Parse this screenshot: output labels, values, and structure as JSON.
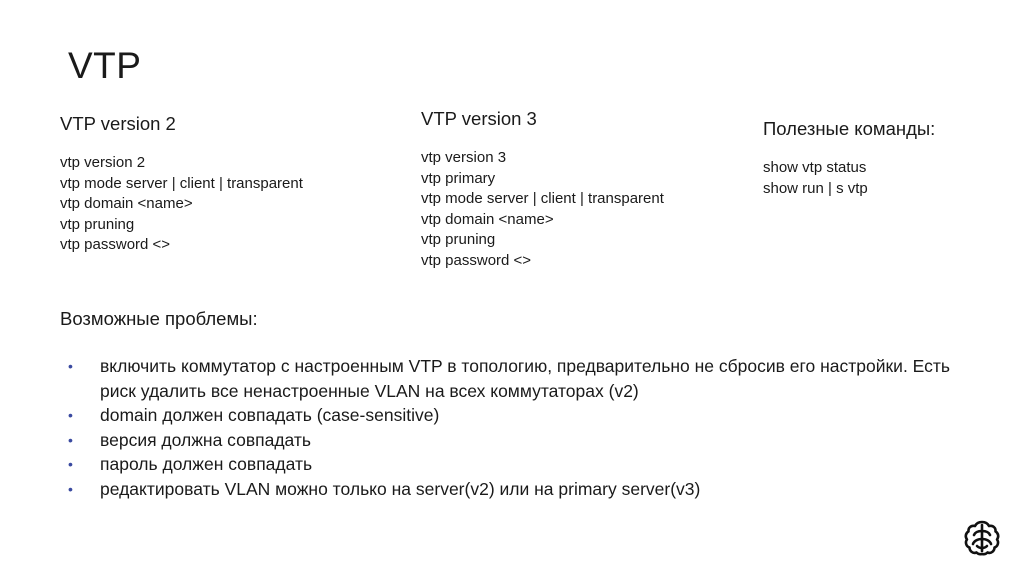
{
  "slide": {
    "title": "VTP"
  },
  "v2": {
    "heading": "VTP version 2",
    "commands": [
      "vtp version 2",
      "vtp mode server | client | transparent",
      "vtp domain <name>",
      "vtp pruning",
      "vtp password <>"
    ]
  },
  "v3": {
    "heading": "VTP version 3",
    "commands": [
      "vtp version 3",
      "vtp primary",
      "vtp mode server | client | transparent",
      "vtp domain <name>",
      "vtp pruning",
      "vtp password <>"
    ]
  },
  "useful": {
    "heading": "Полезные команды:",
    "commands": [
      "show vtp status",
      "show run | s vtp"
    ]
  },
  "problems": {
    "heading": "Возможные проблемы:",
    "bullet": "•",
    "items": [
      "включить коммутатор с настроенным VTP в топологию, предварительно не сбросив его настройки. Есть риск удалить все ненастроенные VLAN на всех коммутаторах (v2)",
      "domain должен совпадать (case-sensitive)",
      "версия должна совпадать",
      "пароль должен совпадать",
      "редактировать VLAN можно только на server(v2) или на primary server(v3)"
    ]
  },
  "colors": {
    "text": "#1a1a1a",
    "bullet": "#3a4aa0"
  },
  "logo": {
    "icon": "brain-logo-icon"
  }
}
